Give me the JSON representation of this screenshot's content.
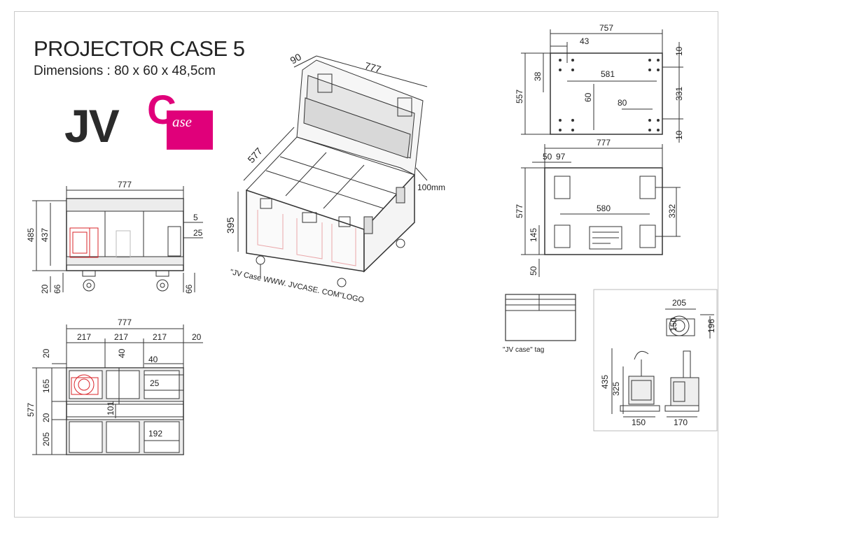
{
  "title": "PROJECTOR CASE 5",
  "subtitle": "Dimensions : 80 x 60 x 48,5cm",
  "logo": {
    "main": "JV",
    "c_letter": "C",
    "suffix": "ase",
    "brand_color": "#e0007a"
  },
  "front_view": {
    "width": "777",
    "height_total": "485",
    "height_box": "437",
    "gap_top": "5",
    "gap_side": "25",
    "bottom": "20",
    "wheel": "66",
    "wheel_right": "66"
  },
  "top_view": {
    "width": "777",
    "col1": "217",
    "col2": "217",
    "col3": "217",
    "side": "20",
    "depth": "577",
    "top_margin": "20",
    "row1": "165",
    "mid": "20",
    "row2": "205",
    "slot": "40",
    "slot_small": "40",
    "inner_gap": "25",
    "divider": "101",
    "inner_width": "192"
  },
  "iso_view": {
    "width": "777",
    "lid": "90",
    "depth": "577",
    "height": "395",
    "foam": "100mm",
    "logo_note": "\"JV Case WWW. JVCASE. COM\"LOGO"
  },
  "lid_plate": {
    "width": "757",
    "offset_x": "43",
    "inner": "581",
    "depth": "557",
    "offset_y": "38",
    "h60": "60",
    "w80": "80",
    "h331": "331",
    "top10": "10",
    "bot10": "10"
  },
  "bottom_plate": {
    "width": "777",
    "left50": "50",
    "w97": "97",
    "depth": "577",
    "inner580": "580",
    "h332": "332",
    "h145": "145",
    "bottom50": "50"
  },
  "tag": {
    "caption": "\"JV case\" tag"
  },
  "projector": {
    "w205": "205",
    "h150": "150",
    "h196": "196",
    "h435": "435",
    "h325": "325",
    "b150": "150",
    "b170": "170"
  }
}
